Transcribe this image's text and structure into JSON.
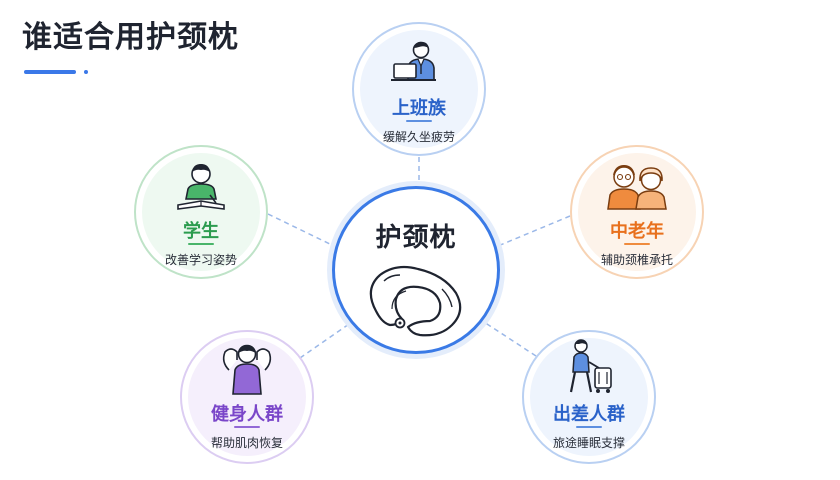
{
  "header": {
    "title": "谁适合用护颈枕"
  },
  "center": {
    "label": "护颈枕",
    "icon": "neck-pillow-icon"
  },
  "groups": {
    "office": {
      "label": "上班族",
      "desc": "缓解久坐疲劳",
      "icon": "office-worker-laptop-icon",
      "color": "#2a62c9"
    },
    "student": {
      "label": "学生",
      "desc": "改善学习姿势",
      "icon": "student-writing-icon",
      "color": "#2c9c4f"
    },
    "elder": {
      "label": "中老年",
      "desc": "辅助颈椎承托",
      "icon": "elderly-couple-icon",
      "color": "#e8701d"
    },
    "fitness": {
      "label": "健身人群",
      "desc": "帮助肌肉恢复",
      "icon": "muscular-man-icon",
      "color": "#7a46c9"
    },
    "travel": {
      "label": "出差人群",
      "desc": "旅途睡眠支撑",
      "icon": "traveler-luggage-icon",
      "color": "#2a62c9"
    }
  },
  "colors": {
    "accent": "#3a7ae6",
    "connector": "#9bb8e8"
  }
}
